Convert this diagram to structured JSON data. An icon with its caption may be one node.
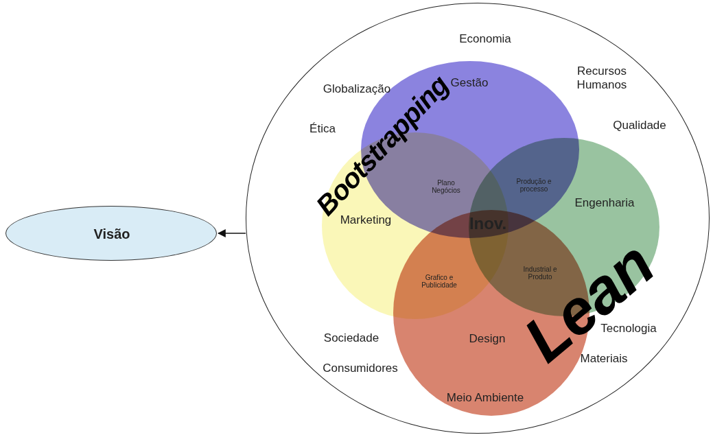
{
  "diagram": {
    "nodes": [
      {
        "text": [
          "Visão"
        ]
      },
      {
        "text": [],
        "shape": "circle"
      },
      {
        "text": [
          "Gestão"
        ],
        "in": 1
      },
      {
        "text": [
          "Marketing"
        ],
        "in": 1
      },
      {
        "text": [
          "Engenharia"
        ],
        "in": 1
      },
      {
        "text": [
          "Design"
        ],
        "in": 1
      }
    ],
    "edges": [
      {
        "from": 1,
        "to": 0,
        "arrow": "to"
      }
    ],
    "labels": [
      "Economia",
      "Globalização",
      "Recursos Humanos",
      "Bootstrapping",
      "Ética",
      "Qualidade",
      "Plano Negócios",
      "Produção e processo",
      "Inov.",
      "Grafico e Publicidade",
      "Industrial e Produto",
      "Lean",
      "Sociedade",
      "Tecnologia",
      "Consumidores",
      "Materiais",
      "Meio Ambiente"
    ]
  }
}
